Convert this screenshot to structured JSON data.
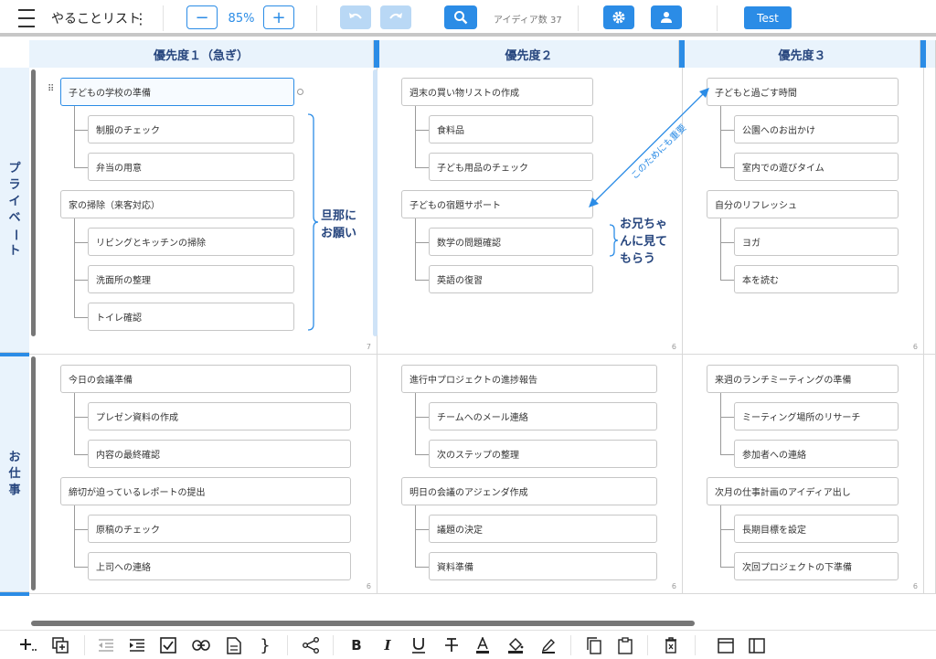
{
  "toolbar": {
    "menu_icon": "hamburger-menu-icon",
    "title": "やることリスト",
    "zoom_out": "−",
    "zoom_value": "85%",
    "zoom_in": "+",
    "undo_icon": "undo-icon",
    "redo_icon": "redo-icon",
    "search_icon": "search-icon",
    "idea_count": "アイディア数 37",
    "settings_icon": "gear-icon",
    "account_icon": "user-icon",
    "test_label": "Test",
    "accent": "#2b8ce6"
  },
  "columns": [
    "優先度１（急ぎ）",
    "優先度２",
    "優先度３"
  ],
  "rows": [
    {
      "label": [
        "プ",
        "ラ",
        "イ",
        "ベ",
        "ー",
        "ト"
      ]
    },
    {
      "label": [
        "お",
        "仕",
        "事"
      ]
    }
  ],
  "cells": [
    {
      "count": "7",
      "groups": [
        {
          "title": "子どもの学校の準備",
          "children": [
            "制服のチェック",
            "弁当の用意"
          ]
        },
        {
          "title": "家の掃除（来客対応）",
          "children": [
            "リビングとキッチンの掃除",
            "洗面所の整理",
            "トイレ確認"
          ]
        }
      ]
    },
    {
      "count": "6",
      "groups": [
        {
          "title": "週末の買い物リストの作成",
          "children": [
            "食料品",
            "子ども用品のチェック"
          ]
        },
        {
          "title": "子どもの宿題サポート",
          "children": [
            "数学の問題確認",
            "英語の復習"
          ]
        }
      ]
    },
    {
      "count": "6",
      "groups": [
        {
          "title": "子どもと過ごす時間",
          "children": [
            "公園へのお出かけ",
            "室内での遊びタイム"
          ]
        },
        {
          "title": "自分のリフレッシュ",
          "children": [
            "ヨガ",
            "本を読む"
          ]
        }
      ]
    },
    {
      "count": "6",
      "groups": [
        {
          "title": "今日の会議準備",
          "children": [
            "プレゼン資料の作成",
            "内容の最終確認"
          ]
        },
        {
          "title": "締切が迫っているレポートの提出",
          "children": [
            "原稿のチェック",
            "上司への連絡"
          ]
        }
      ]
    },
    {
      "count": "6",
      "groups": [
        {
          "title": "進行中プロジェクトの進捗報告",
          "children": [
            "チームへのメール連絡",
            "次のステップの整理"
          ]
        },
        {
          "title": "明日の会議のアジェンダ作成",
          "children": [
            "議題の決定",
            "資料準備"
          ]
        }
      ]
    },
    {
      "count": "6",
      "groups": [
        {
          "title": "来週のランチミーティングの準備",
          "children": [
            "ミーティング場所のリサーチ",
            "参加者への連絡"
          ]
        },
        {
          "title": "次月の仕事計画のアイディア出し",
          "children": [
            "長期目標を設定",
            "次回プロジェクトの下準備"
          ]
        }
      ]
    }
  ],
  "annotations": {
    "note1": [
      "旦那に",
      "お願い"
    ],
    "note2": [
      "お兄ちゃ",
      "んに見て",
      "もらう"
    ],
    "arrow_label": "このためにも重要"
  },
  "bottom_toolbar": [
    "add-idea-icon",
    "add-child-icon",
    "outdent-icon",
    "indent-icon",
    "checkbox-icon",
    "link-icon",
    "document-icon",
    "bracket-icon",
    "connect-icon",
    "bold-icon",
    "italic-icon",
    "underline-icon",
    "strikethrough-icon",
    "text-color-icon",
    "fill-color-icon",
    "pen-icon",
    "copy-icon",
    "paste-icon",
    "delete-icon",
    "window-icon",
    "sidebar-icon"
  ]
}
